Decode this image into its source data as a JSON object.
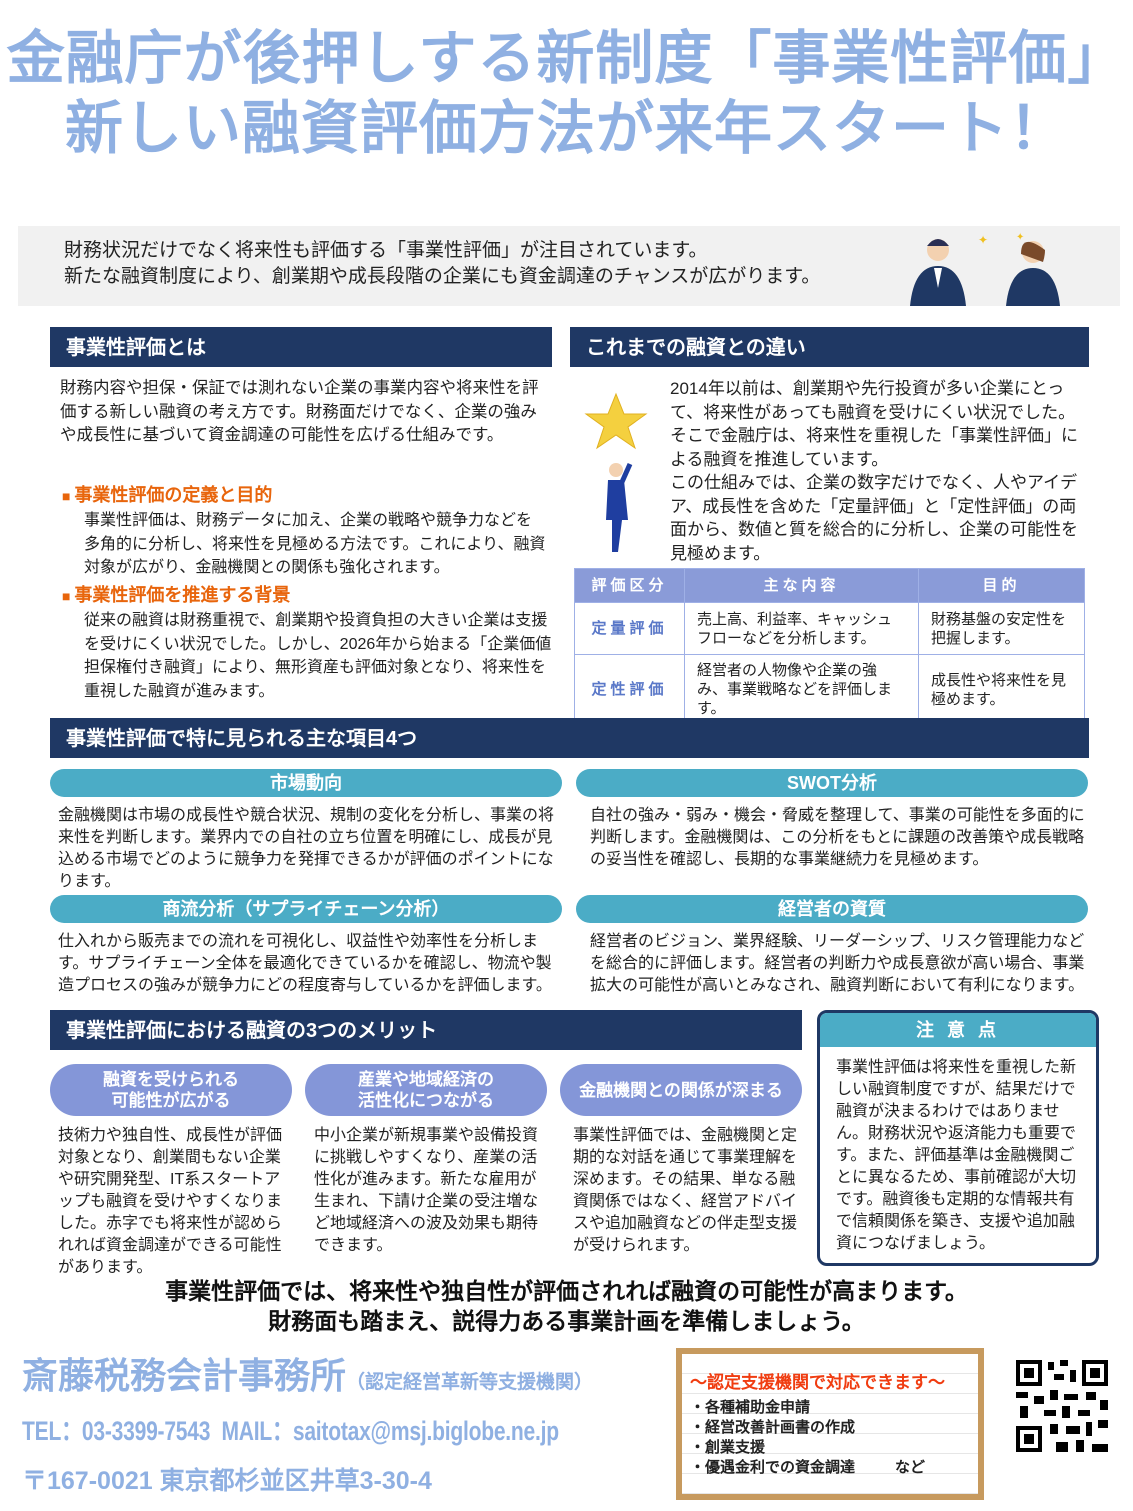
{
  "title": {
    "line1": "金融庁が後押しする新制度「事業性評価」",
    "line2": "新しい融資評価方法が来年スタート！"
  },
  "intro": {
    "line1": "財務状況だけでなく将来性も評価する「事業性評価」が注目されています。",
    "line2": "新たな融資制度により、創業期や成長段階の企業にも資金調達のチャンスが広がります。"
  },
  "section1": {
    "header": "事業性評価とは",
    "body": "財務内容や担保・保証では測れない企業の事業内容や将来性を評価する新しい融資の考え方です。財務面だけでなく、企業の強みや成長性に基づいて資金調達の可能性を広げる仕組みです。",
    "sub1": "事業性評価の定義と目的",
    "sub1_body": "事業性評価は、財務データに加え、企業の戦略や競争力などを多角的に分析し、将来性を見極める方法です。これにより、融資対象が広がり、金融機関との関係も強化されます。",
    "sub2": "事業性評価を推進する背景",
    "sub2_body": "従来の融資は財務重視で、創業期や投資負担の大きい企業は支援を受けにくい状況でした。しかし、2026年から始まる「企業価値担保権付き融資」により、無形資産も評価対象となり、将来性を重視した融資が進みます。"
  },
  "section2": {
    "header": "これまでの融資との違い",
    "body1": "2014年以前は、創業期や先行投資が多い企業にとって、将来性があっても融資を受けにくい状況でした。そこで金融庁は、将来性を重視した「事業性評価」による融資を推進しています。",
    "body2": "この仕組みでは、企業の数字だけでなく、人やアイデア、成長性を含めた「定量評価」と「定性評価」の両面から、数値と質を総合的に分析し、企業の可能性を見極めます。",
    "table": {
      "headers": [
        "評価区分",
        "主な内容",
        "目的"
      ],
      "rows": [
        [
          "定量評価",
          "売上高、利益率、キャッシュフローなどを分析します。",
          "財務基盤の安定性を把握します。"
        ],
        [
          "定性評価",
          "経営者の人物像や企業の強み、事業戦略などを評価します。",
          "成長性や将来性を見極めます。"
        ]
      ]
    }
  },
  "section3": {
    "header": "事業性評価で特に見られる主な項目4つ",
    "items": [
      {
        "title": "市場動向",
        "body": "金融機関は市場の成長性や競合状況、規制の変化を分析し、事業の将来性を判断します。業界内での自社の立ち位置を明確にし、成長が見込める市場でどのように競争力を発揮できるかが評価のポイントになります。"
      },
      {
        "title": "SWOT分析",
        "body": "自社の強み・弱み・機会・脅威を整理して、事業の可能性を多面的に判断します。金融機関は、この分析をもとに課題の改善策や成長戦略の妥当性を確認し、長期的な事業継続力を見極めます。"
      },
      {
        "title": "商流分析（サプライチェーン分析）",
        "body": "仕入れから販売までの流れを可視化し、収益性や効率性を分析します。サプライチェーン全体を最適化できているかを確認し、物流や製造プロセスの強みが競争力にどの程度寄与しているかを評価します。"
      },
      {
        "title": "経営者の資質",
        "body": "経営者のビジョン、業界経験、リーダーシップ、リスク管理能力などを総合的に評価します。経営者の判断力や成長意欲が高い場合、事業拡大の可能性が高いとみなされ、融資判断において有利になります。"
      }
    ]
  },
  "section4": {
    "header": "事業性評価における融資の3つのメリット",
    "items": [
      {
        "title1": "融資を受けられる",
        "title2": "可能性が広がる",
        "body": "技術力や独自性、成長性が評価対象となり、創業間もない企業や研究開発型、IT系スタートアップも融資を受けやすくなりました。赤字でも将来性が認められれば資金調達ができる可能性があります。"
      },
      {
        "title1": "産業や地域経済の",
        "title2": "活性化につながる",
        "body": "中小企業が新規事業や設備投資に挑戦しやすくなり、産業の活性化が進みます。新たな雇用が生まれ、下請け企業の受注増など地域経済への波及効果も期待できます。"
      },
      {
        "title1": "金融機関との関係が深まる",
        "title2": "",
        "body": "事業性評価では、金融機関と定期的な対話を通じて事業理解を深めます。その結果、単なる融資関係ではなく、経営アドバイスや追加融資などの伴走型支援が受けられます。"
      }
    ]
  },
  "caution": {
    "header": "注 意 点",
    "body": "事業性評価は将来性を重視した新しい融資制度ですが、結果だけで融資が決まるわけではありません。財務状況や返済能力も重要です。また、評価基準は金融機関ごとに異なるため、事前確認が大切です。融資後も定期的な情報共有で信頼関係を築き、支援や追加融資につなげましょう。"
  },
  "closing": {
    "line1": "事業性評価では、将来性や独自性が評価されれば融資の可能性が高まります。",
    "line2": "財務面も踏まえ、説得力ある事業計画を準備しましょう。"
  },
  "contact": {
    "name": "斎藤税務会計事務所",
    "note": "（認定経営革新等支援機関）",
    "tel": "TEL：03-3399-7543",
    "mail": "MAIL：saitotax@msj.biglobe.ne.jp",
    "address": "〒167-0021 東京都杉並区井草3-30-4"
  },
  "board": {
    "title": "～認定支援機関で対応できます～",
    "items": [
      "・各種補助金申請",
      "・経営改善計画書の作成",
      "・創業支援",
      "・優遇金利での資金調達"
    ],
    "etc": "など"
  },
  "colors": {
    "navy": "#1f3864",
    "teal": "#4bacc6",
    "purple": "#8496d8",
    "orange": "#e8650c",
    "title": "#8fb0e2"
  }
}
